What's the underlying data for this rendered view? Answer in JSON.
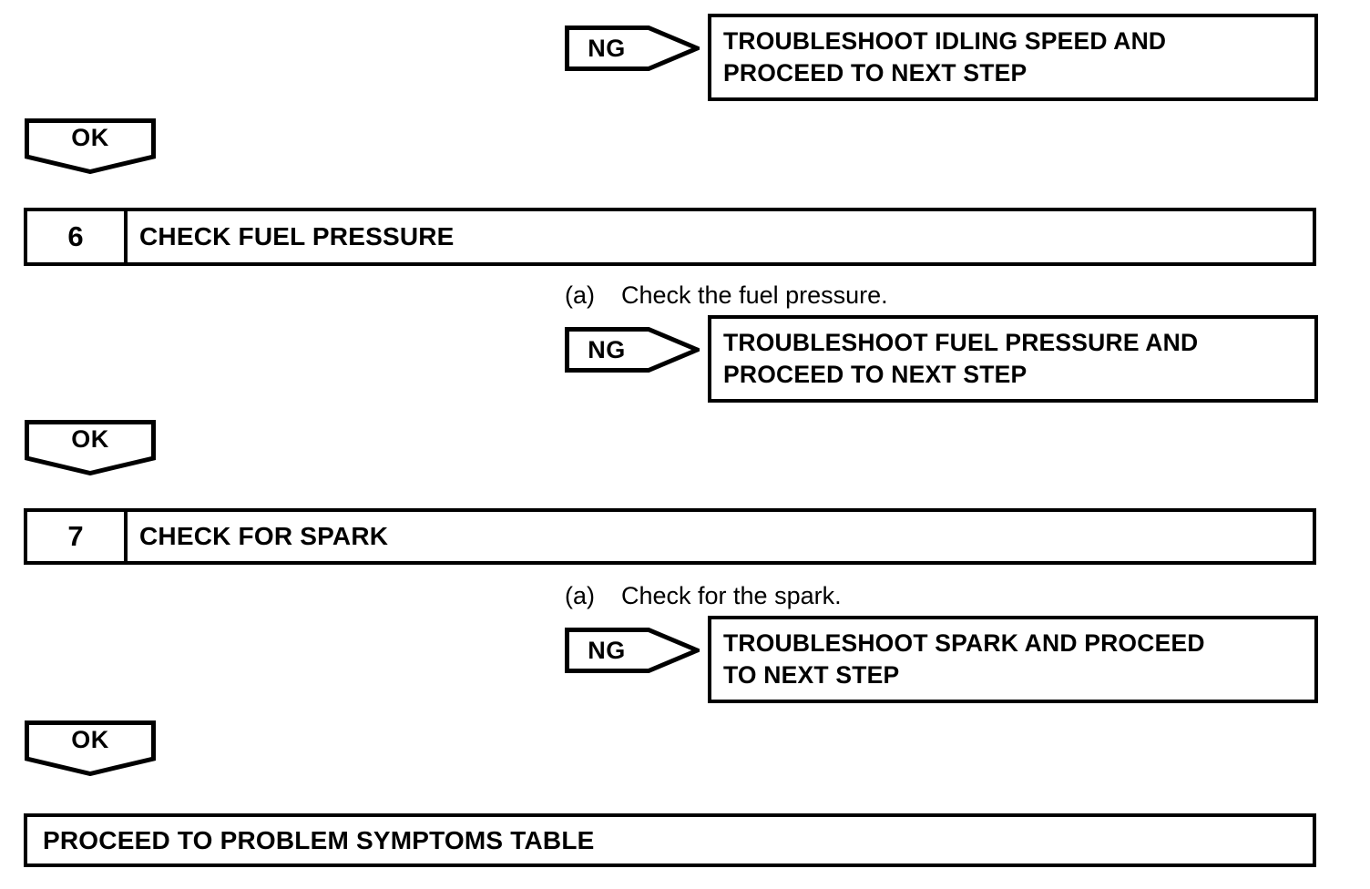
{
  "diagram": {
    "title": "Engine troubleshooting flowchart (steps 6-7)",
    "line_color": "#000000",
    "background": "#ffffff"
  },
  "labels": {
    "ng": "NG",
    "ok": "OK"
  },
  "ng_branches": [
    {
      "id": "ng-idling-speed",
      "tag": "NG",
      "text": "TROUBLESHOOT IDLING SPEED AND\nPROCEED TO NEXT STEP"
    },
    {
      "id": "ng-fuel-pressure",
      "tag": "NG",
      "text": "TROUBLESHOOT FUEL PRESSURE AND\nPROCEED TO NEXT STEP"
    },
    {
      "id": "ng-spark",
      "tag": "NG",
      "text": "TROUBLESHOOT SPARK AND PROCEED\nTO NEXT STEP"
    }
  ],
  "ok_connectors": [
    {
      "id": "ok-1",
      "label": "OK"
    },
    {
      "id": "ok-2",
      "label": "OK"
    },
    {
      "id": "ok-3",
      "label": "OK"
    }
  ],
  "steps": [
    {
      "id": "step-6",
      "number": "6",
      "title": "CHECK FUEL PRESSURE",
      "substep_marker": "(a)",
      "substep_text": "Check the fuel pressure."
    },
    {
      "id": "step-7",
      "number": "7",
      "title": "CHECK FOR SPARK",
      "substep_marker": "(a)",
      "substep_text": "Check for the spark."
    }
  ],
  "terminal": {
    "text": "PROCEED TO PROBLEM SYMPTOMS TABLE"
  }
}
